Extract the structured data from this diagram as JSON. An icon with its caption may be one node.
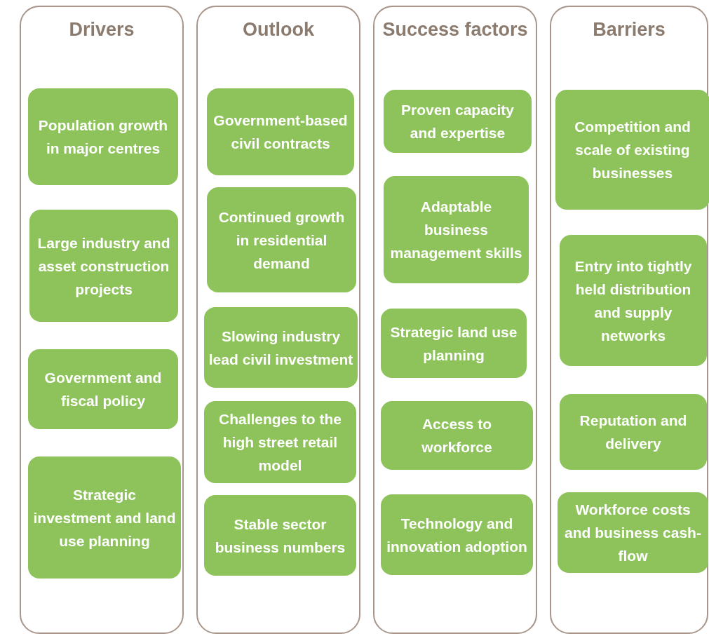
{
  "diagram": {
    "nodes": [
      {
        "text": [
          "Drivers"
        ]
      },
      {
        "text": [
          "Outlook"
        ]
      },
      {
        "text": [
          "Success factors"
        ]
      },
      {
        "text": [
          "Barriers"
        ]
      },
      {
        "text": [
          "Population growth in major centres"
        ],
        "in": 0
      },
      {
        "text": [
          "Large industry and asset construction projects"
        ],
        "in": 0
      },
      {
        "text": [
          "Government and fiscal policy"
        ],
        "in": 0
      },
      {
        "text": [
          "Strategic investment and land use planning"
        ],
        "in": 0
      },
      {
        "text": [
          "Government-based civil contracts"
        ],
        "in": 1
      },
      {
        "text": [
          "Continued growth in residential demand"
        ],
        "in": 1
      },
      {
        "text": [
          "Slowing industry lead civil investment"
        ],
        "in": 1
      },
      {
        "text": [
          "Challenges to the high street retail model"
        ],
        "in": 1
      },
      {
        "text": [
          "Stable sector business numbers"
        ],
        "in": 1
      },
      {
        "text": [
          "Proven capacity and expertise"
        ],
        "in": 2
      },
      {
        "text": [
          "Adaptable business management skills"
        ],
        "in": 2
      },
      {
        "text": [
          "Strategic land use planning"
        ],
        "in": 2
      },
      {
        "text": [
          "Access to workforce"
        ],
        "in": 2
      },
      {
        "text": [
          "Technology and innovation adoption"
        ],
        "in": 2
      },
      {
        "text": [
          "Competition and scale of existing businesses"
        ],
        "in": 3
      },
      {
        "text": [
          "Entry into tightly held distribution and supply networks"
        ],
        "in": 3
      },
      {
        "text": [
          "Reputation and delivery"
        ],
        "in": 3
      },
      {
        "text": [
          "Workforce costs and business cash-flow"
        ],
        "in": 3
      }
    ],
    "edges": []
  }
}
